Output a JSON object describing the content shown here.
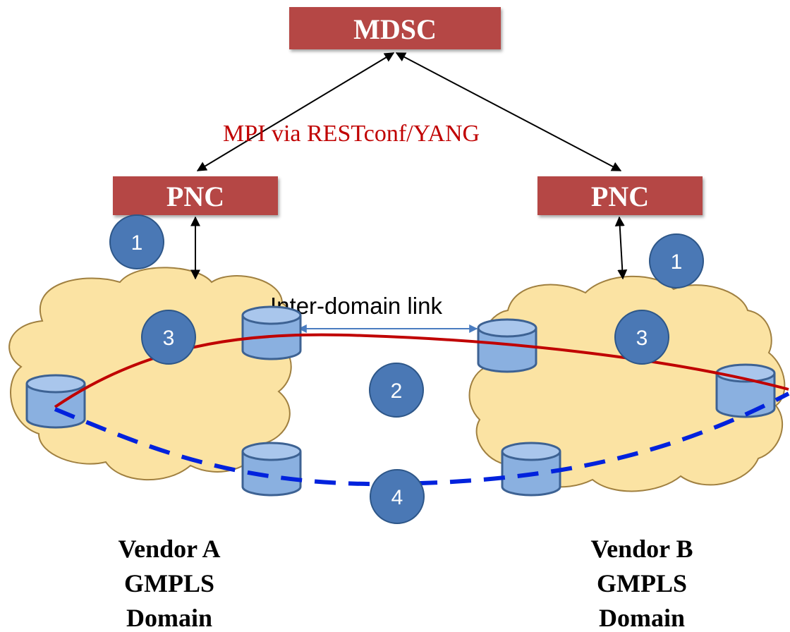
{
  "controllers": {
    "mdsc": "MDSC",
    "pnc_left": "PNC",
    "pnc_right": "PNC"
  },
  "interfaces": {
    "mpi": "MPI via RESTconf/YANG",
    "inter_domain_link": "Inter-domain link"
  },
  "step_badges": [
    "1",
    "1",
    "2",
    "3",
    "3",
    "4"
  ],
  "domains": {
    "left": [
      "Vendor A",
      "GMPLS",
      "Domain"
    ],
    "right": [
      "Vendor B",
      "GMPLS",
      "Domain"
    ]
  },
  "colors": {
    "controller_fill": "#b54745",
    "cloud_fill": "#fbe3a3",
    "cloud_stroke": "#a08040",
    "node_fill": "#8ab0e0",
    "node_stroke": "#3d6293",
    "badge_fill": "#4a78b5",
    "badge_stroke": "#2d5688",
    "working_path": "#c00000",
    "protection_path": "#0022dd",
    "mpi_text": "#c00000"
  },
  "icons": {
    "controller": "controller-box",
    "network_node": "database-cylinder-icon",
    "domain": "cloud-icon",
    "step": "numbered-circle-icon"
  }
}
